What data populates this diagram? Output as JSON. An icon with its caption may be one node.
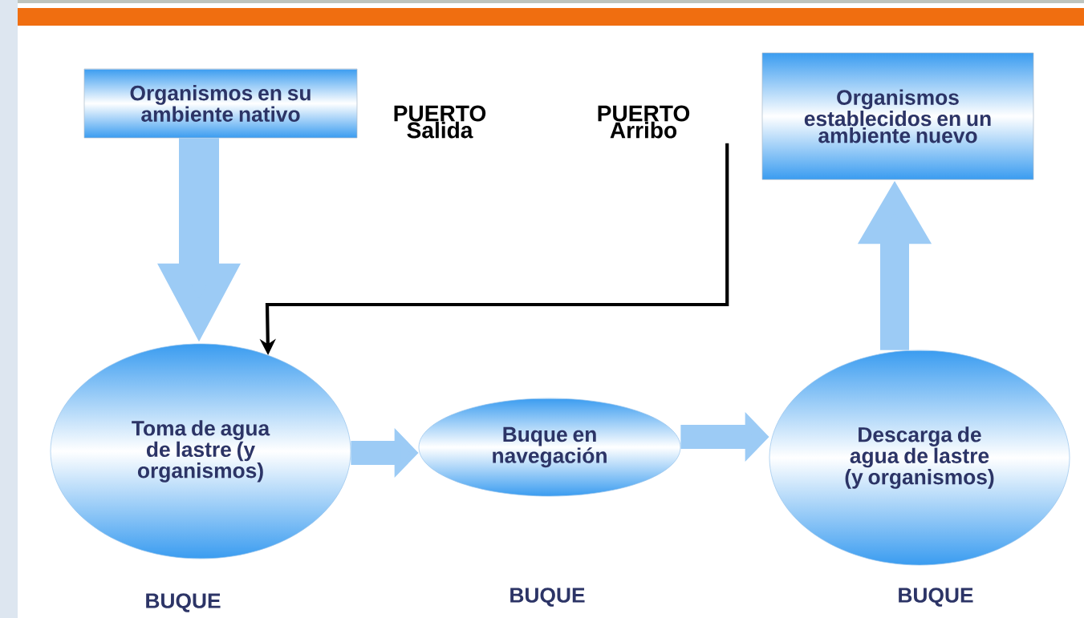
{
  "diagram": {
    "nodes": [
      {
        "text": [
          "Organismos en su ambiente nativo"
        ]
      },
      {
        "text": [
          "PUERTO Arribo"
        ]
      },
      {
        "text": [
          "Organismos establecidos en un ambiente nuevo"
        ]
      },
      {
        "text": [
          "Toma de agua de lastre (y organismos)"
        ]
      },
      {
        "text": [
          "Buque en navegación"
        ]
      },
      {
        "text": [
          "Descarga de agua de lastre (y organismos)"
        ]
      }
    ],
    "edges": [
      {
        "from": 0,
        "to": 3,
        "arrow": "to"
      },
      {
        "from": 1,
        "to": 3,
        "arrow": "to",
        "color": "#000000"
      },
      {
        "from": 3,
        "to": 4,
        "arrow": "to"
      },
      {
        "from": 4,
        "to": 5,
        "arrow": "to"
      },
      {
        "from": 5,
        "to": 2,
        "arrow": "to"
      }
    ],
    "labels": [
      "PUERTO Salida",
      "BUQUE",
      "BUQUE",
      "BUQUE"
    ]
  }
}
